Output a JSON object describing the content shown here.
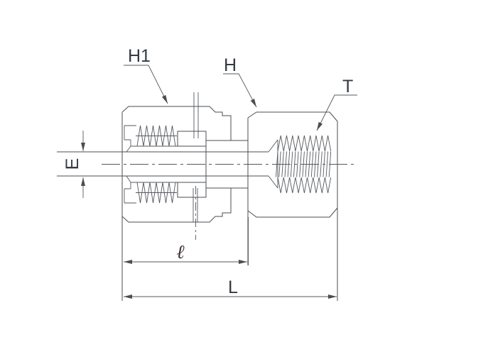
{
  "figure": {
    "background_color": "#ffffff",
    "line_color": "#4a4d52",
    "label_color": "#343a42",
    "labels": {
      "nut_hex": "H1",
      "body_hex": "H",
      "thread": "T",
      "tube_od": "E",
      "fitting_length": "ℓ",
      "overall_length": "L"
    }
  }
}
